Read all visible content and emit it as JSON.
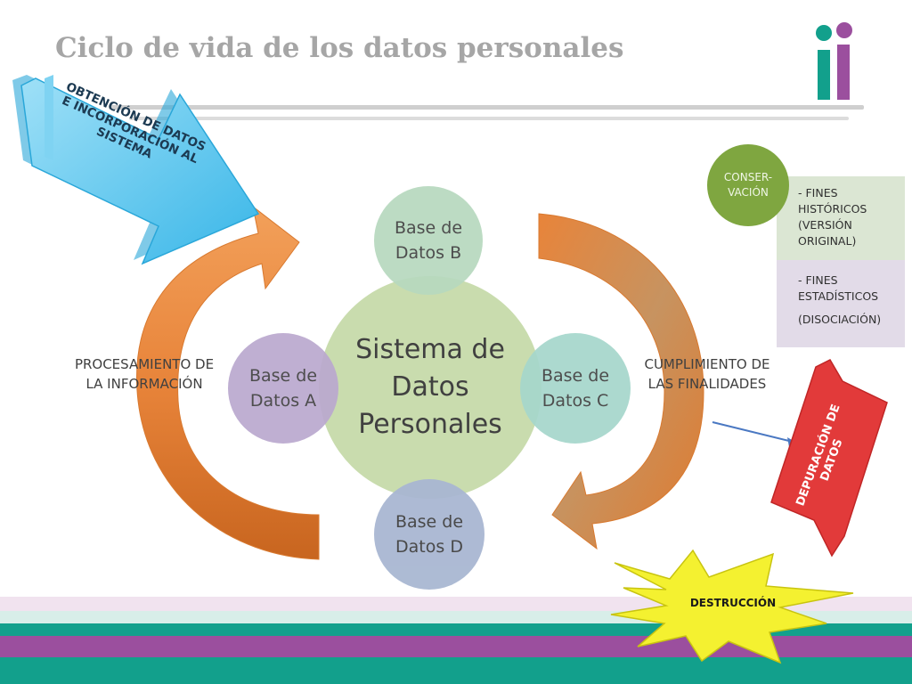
{
  "title": "Ciclo de vida de los datos personales",
  "center": {
    "lines": [
      "Sistema de",
      "Datos",
      "Personales"
    ],
    "color": "#c9dcae"
  },
  "databases": {
    "b": {
      "lines": [
        "Base de",
        "Datos B"
      ],
      "color": "#b7d9bf"
    },
    "a": {
      "lines": [
        "Base de",
        "Datos A"
      ],
      "color": "#bba9cf"
    },
    "c": {
      "lines": [
        "Base de",
        "Datos C"
      ],
      "color": "#a6d7cc"
    },
    "d": {
      "lines": [
        "Base de",
        "Datos D"
      ],
      "color": "#a9b7d2"
    }
  },
  "obtencion": {
    "lines": [
      "OBTENCIÓN DE DATOS",
      "E INCORPORACIÓN AL",
      "SISTEMA"
    ],
    "color": "#5bc6ee"
  },
  "procesamiento": {
    "lines": [
      "PROCESAMIENTO DE",
      "LA INFORMACIÓN"
    ]
  },
  "cumplimiento": {
    "lines": [
      "CUMPLIMIENTO DE",
      "LAS FINALIDADES"
    ]
  },
  "conservacion": {
    "circle_lines": [
      "CONSER-",
      "VACIÓN"
    ],
    "circle_color": "#7fa640",
    "items": [
      "- FINES",
      "HISTÓRICOS",
      "(VERSIÓN",
      "ORIGINAL)",
      "- FINES",
      "ESTADÍSTICOS",
      "(DISOCIACIÓN)"
    ]
  },
  "depuracion": {
    "lines": [
      "DEPURACIÓN DE",
      "DATOS"
    ],
    "color": "#e23a3a"
  },
  "destruccion": {
    "label": "DESTRUCCIÓN",
    "color": "#f4f130"
  },
  "colors": {
    "orange_arrow": "#e8843a",
    "teal": "#12a08c",
    "purple": "#9b4f9e"
  }
}
